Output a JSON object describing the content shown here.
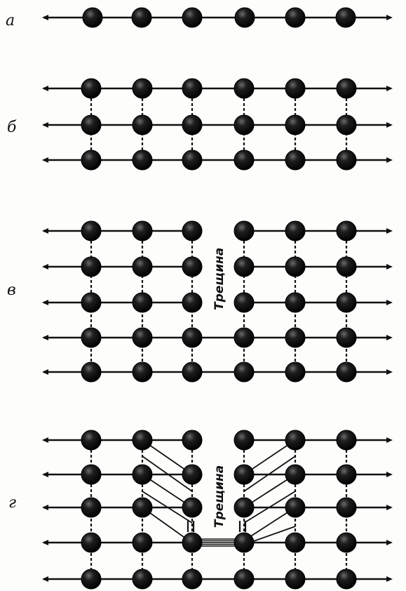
{
  "panels": [
    {
      "label": "а",
      "crack_label": ""
    },
    {
      "label": "б",
      "crack_label": ""
    },
    {
      "label": "в",
      "crack_label": "Трещина"
    },
    {
      "label": "г",
      "crack_label": "Трещина"
    }
  ]
}
